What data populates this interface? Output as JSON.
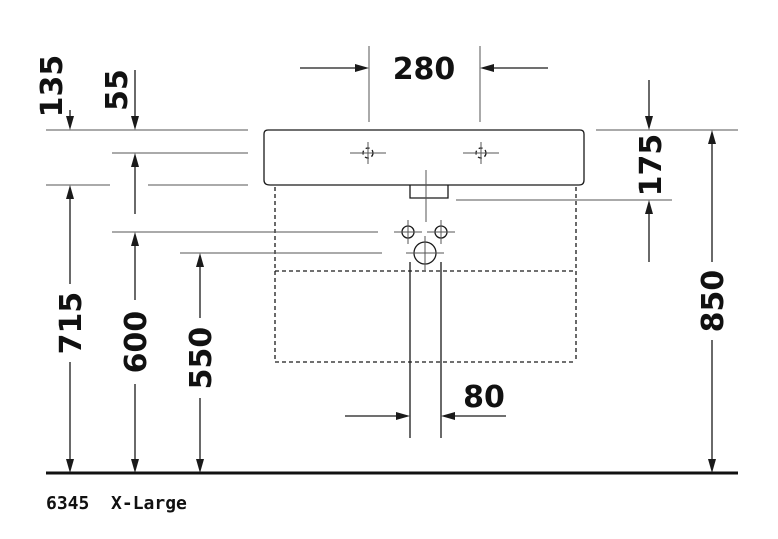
{
  "dimensions": {
    "d135": "135",
    "d55": "55",
    "d280": "280",
    "d175": "175",
    "d715": "715",
    "d600": "600",
    "d550": "550",
    "d850": "850",
    "d80": "80"
  },
  "caption": "6345  X-Large"
}
